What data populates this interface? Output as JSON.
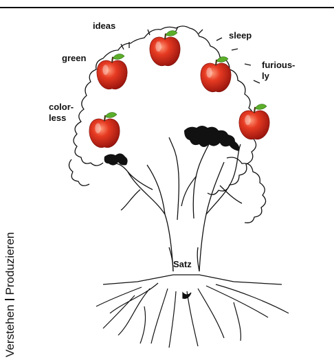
{
  "words": {
    "ideas": "ideas",
    "sleep": "sleep",
    "green": "green",
    "furiously": "furious-\nly",
    "colorless": "color-\nless"
  },
  "trunk_label": "Satz",
  "side_text": {
    "left": "Verstehen",
    "right": "Produzieren"
  },
  "colors": {
    "apple": "#d42318",
    "leaf": "#5cae2a",
    "ink": "#111111"
  }
}
